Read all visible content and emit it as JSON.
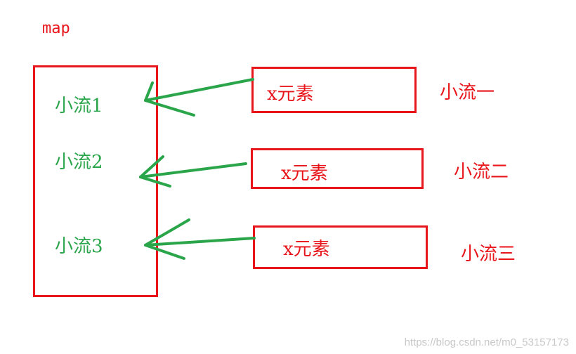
{
  "map": {
    "title": "map",
    "flows": [
      {
        "label": "小流1"
      },
      {
        "label": "小流2"
      },
      {
        "label": "小流3"
      }
    ]
  },
  "elements": [
    {
      "label": "x元素",
      "name": "小流一"
    },
    {
      "label": "x元素",
      "name": "小流二"
    },
    {
      "label": "x元素",
      "name": "小流三"
    }
  ],
  "watermark": "https://blog.csdn.net/m0_53157173",
  "colors": {
    "box": "#e8151b",
    "flow_text": "#2aa54a",
    "arrow": "#2aa54a",
    "watermark": "#c8c8c8"
  }
}
